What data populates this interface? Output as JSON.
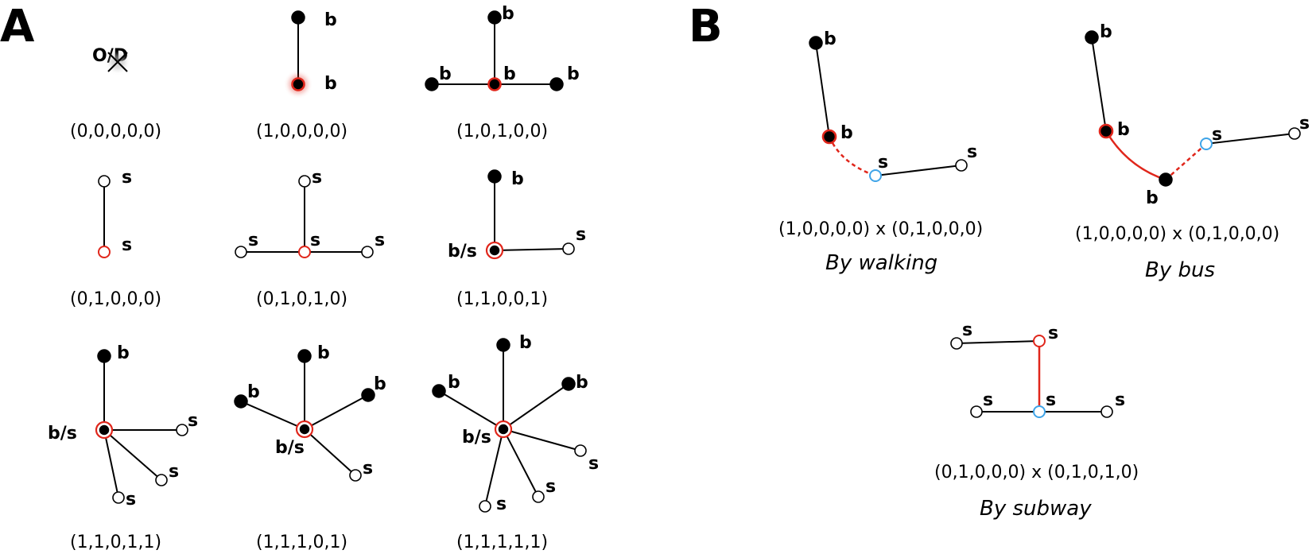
{
  "panels": {
    "A": {
      "letter": "A"
    },
    "B": {
      "letter": "B"
    }
  },
  "labels": {
    "bus": "b",
    "stop": "s",
    "both": "b/s",
    "od": "O/D"
  },
  "colors": {
    "highlight": "#e0261b",
    "transfer": "#3fa4e8",
    "node": "#000000"
  },
  "panel_a": {
    "captions": [
      "(0,0,0,0,0)",
      "(1,0,0,0,0)",
      "(1,0,1,0,0)",
      "(0,1,0,0,0)",
      "(0,1,0,1,0)",
      "(1,1,0,0,1)",
      "(1,1,0,1,1)",
      "(1,1,1,0,1)",
      "(1,1,1,1,1)"
    ]
  },
  "panel_b": {
    "walking": {
      "caption": "(1,0,0,0,0) x (0,1,0,0,0)",
      "mode": "By walking"
    },
    "bus": {
      "caption": "(1,0,0,0,0) x (0,1,0,0,0)",
      "mode": "By bus"
    },
    "subway": {
      "caption": "(0,1,0,0,0) x (0,1,0,1,0)",
      "mode": "By subway"
    }
  }
}
